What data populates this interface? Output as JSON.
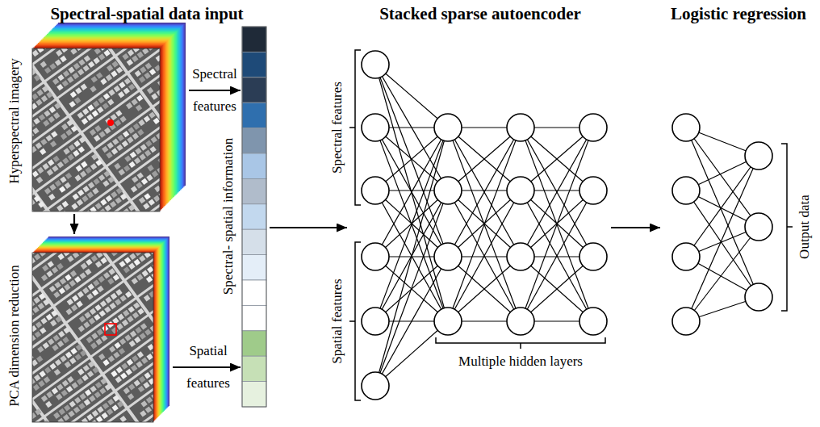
{
  "diagram": {
    "labels": [
      "Spectral-spatial data input",
      "Stacked sparse autoencoder",
      "Logistic regression",
      "Hyperspectral imagery",
      "Spectral features",
      "Spectral- spatial information",
      "Spectral features",
      "PCA dimension reduction",
      "Spatial features",
      "Spatial features",
      "Multiple hidden layers",
      "Output data"
    ]
  }
}
